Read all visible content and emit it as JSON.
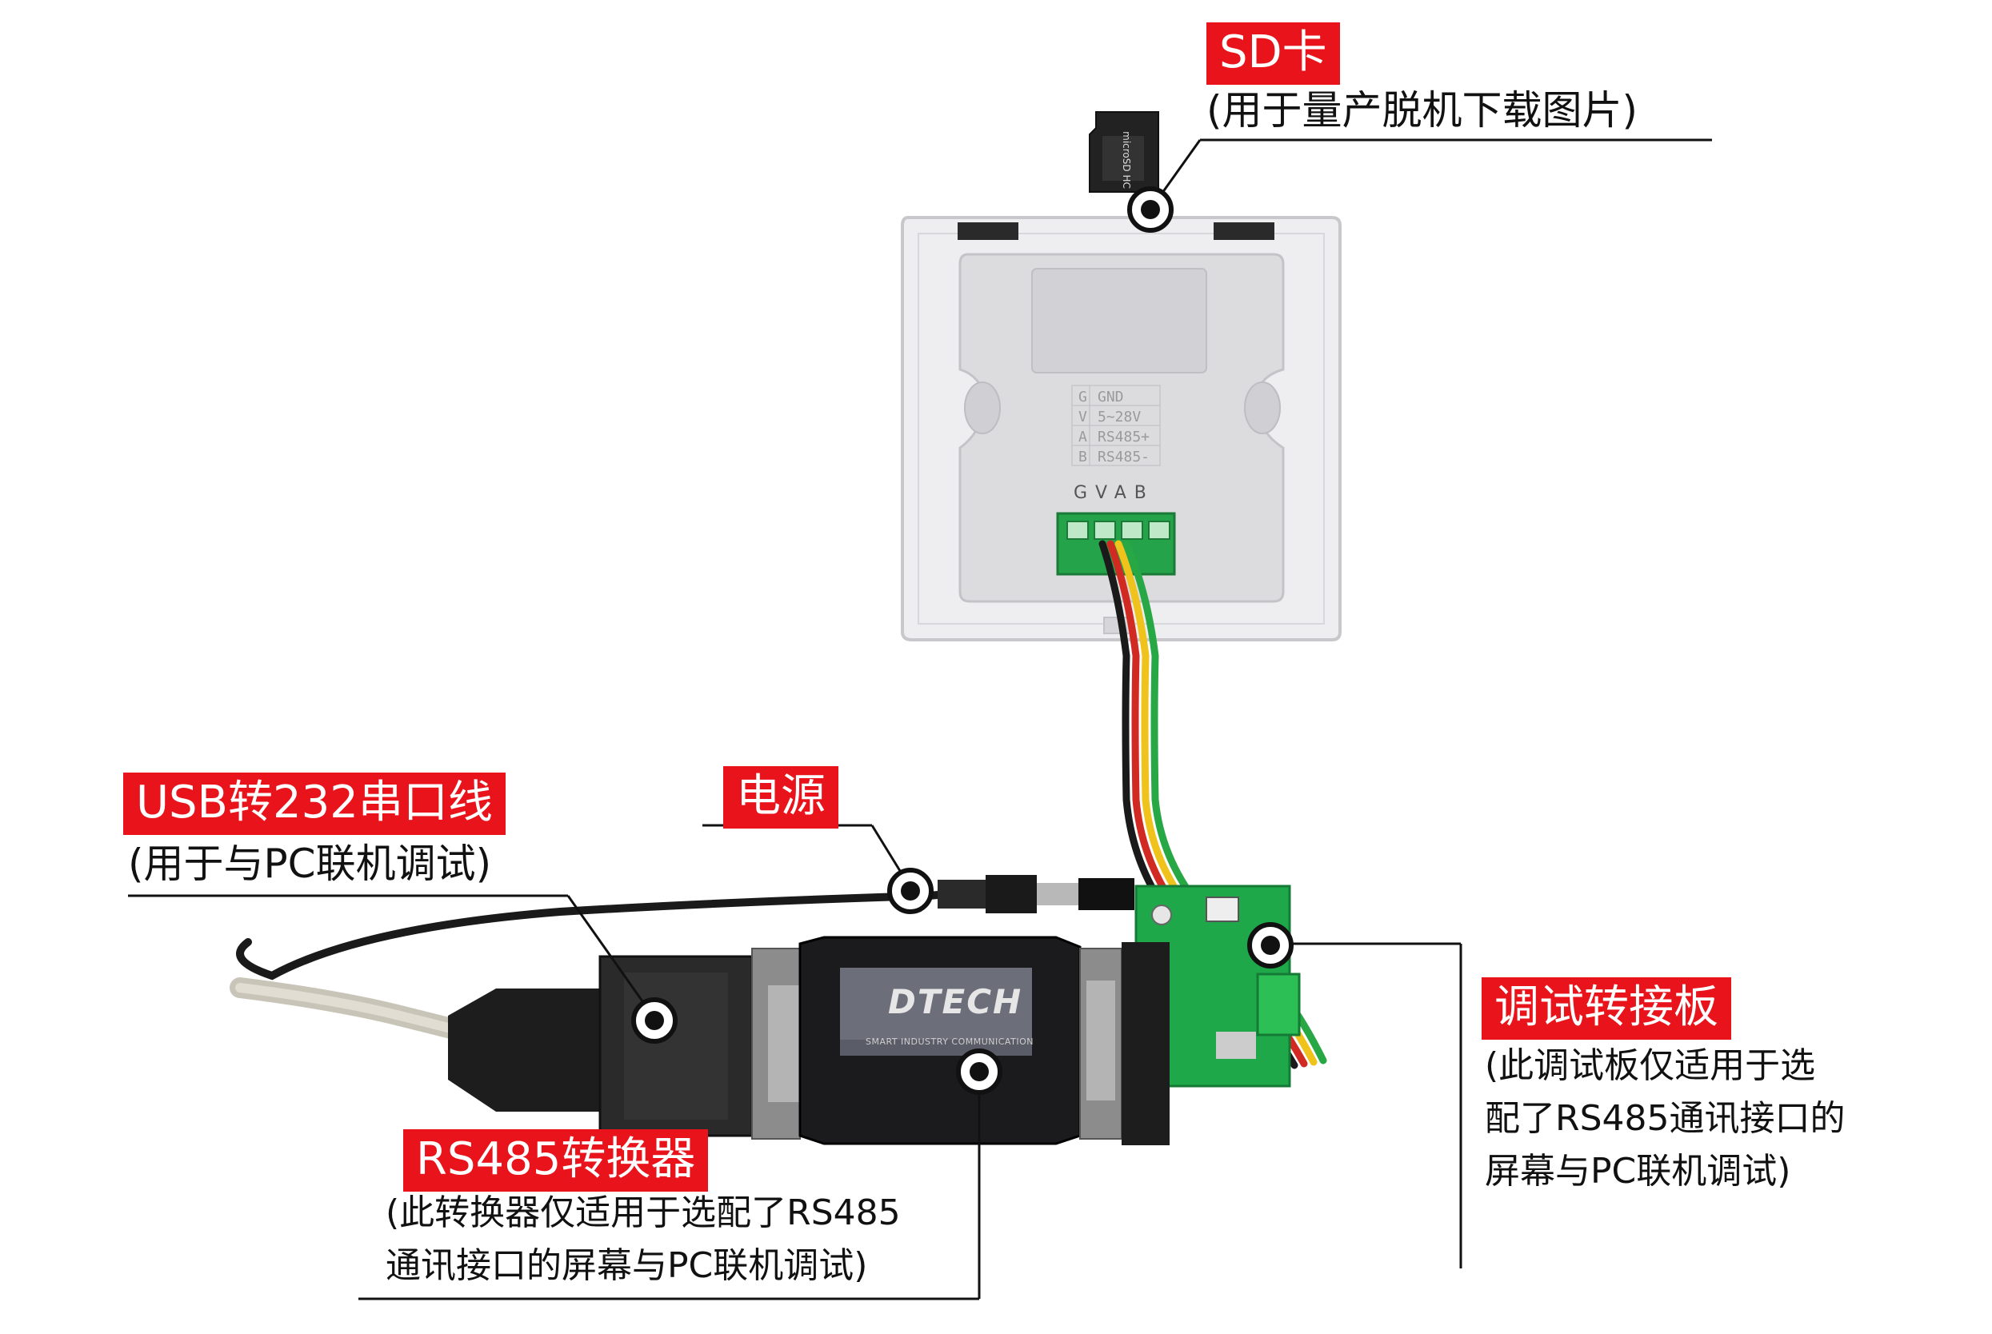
{
  "sd_card": {
    "title": "SD卡",
    "subtitle": "(用于量产脱机下载图片)"
  },
  "usb_cable": {
    "title": "USB转232串口线",
    "subtitle": "(用于与PC联机调试)"
  },
  "power": {
    "title": "电源"
  },
  "debug_board": {
    "title": "调试转接板",
    "lines": [
      "(此调试板仅适用于选",
      "配了RS485通讯接口的",
      "屏幕与PC联机调试)"
    ]
  },
  "rs485_converter": {
    "title": "RS485转换器",
    "lines": [
      "(此转换器仅适用于选配了RS485",
      "通讯接口的屏幕与PC联机调试)"
    ]
  },
  "device_panel": {
    "rows": [
      {
        "key": "G",
        "value": "GND"
      },
      {
        "key": "V",
        "value": "5~28V"
      },
      {
        "key": "A",
        "value": "RS485+"
      },
      {
        "key": "B",
        "value": "RS485-"
      }
    ],
    "pins": "GVAB"
  },
  "converter_brand": {
    "name": "DTECH",
    "tagline": "SMART INDUSTRY COMMUNICATION"
  },
  "colors": {
    "accent": "#e8131b",
    "pcb": "#1fa84a",
    "terminal": "#24a34a",
    "device": "#e8e8ea"
  }
}
